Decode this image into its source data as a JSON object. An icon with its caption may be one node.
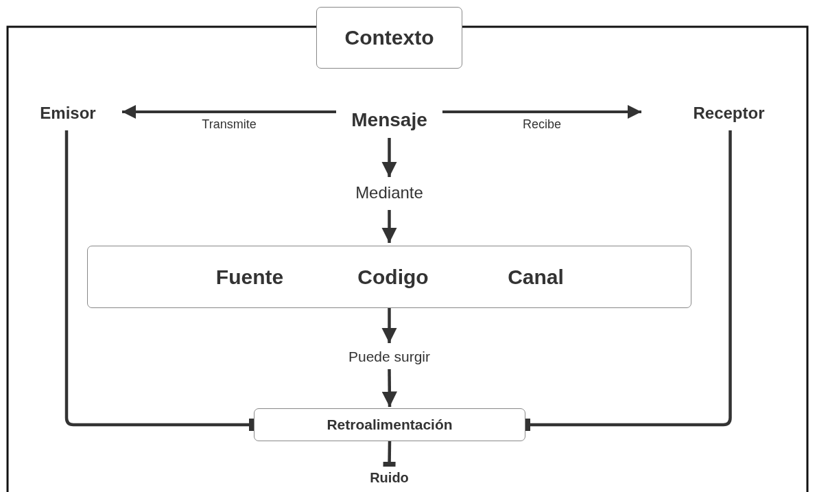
{
  "diagram": {
    "nodes": [
      {
        "text": [
          "Contexto"
        ]
      },
      {
        "text": [
          "Emisor"
        ]
      },
      {
        "text": [
          "Mensaje"
        ]
      },
      {
        "text": [
          "Receptor"
        ]
      },
      {
        "text": [
          "Mediante"
        ]
      },
      {
        "text": [
          "Fuente",
          "Codigo",
          "Canal"
        ]
      },
      {
        "text": [
          "Puede surgir"
        ]
      },
      {
        "text": [
          "Retroalimentación"
        ]
      },
      {
        "text": [
          "Ruido"
        ]
      }
    ],
    "edges": [
      {
        "from": 2,
        "to": 1,
        "arrow": "to",
        "label": "Transmite"
      },
      {
        "from": 2,
        "to": 3,
        "arrow": "to",
        "label": "Recibe"
      },
      {
        "from": 2,
        "to": 4,
        "arrow": "to"
      },
      {
        "from": 4,
        "to": 5,
        "arrow": "to"
      },
      {
        "from": 5,
        "to": 6,
        "arrow": "to"
      },
      {
        "from": 6,
        "to": 7,
        "arrow": "to"
      },
      {
        "from": 1,
        "to": 7,
        "arrow": "other"
      },
      {
        "from": 3,
        "to": 7,
        "arrow": "other"
      },
      {
        "from": 7,
        "to": 8,
        "arrow": "other"
      }
    ]
  }
}
